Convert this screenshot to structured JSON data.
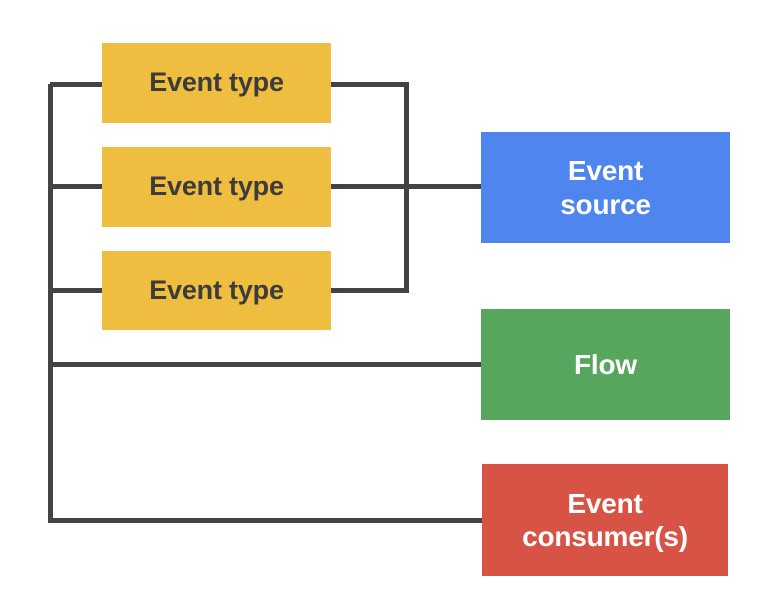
{
  "diagram": {
    "title": "Event type / Event source / Flow / Event consumer(s) relationship diagram",
    "background": "#ffffff",
    "connector_color": "#434343",
    "connector_width": 5,
    "event_types": [
      {
        "label": "Event type",
        "color": "#efbd40",
        "text_color": "#3c3c3c"
      },
      {
        "label": "Event type",
        "color": "#efbd40",
        "text_color": "#3c3c3c"
      },
      {
        "label": "Event type",
        "color": "#efbd40",
        "text_color": "#3c3c3c"
      }
    ],
    "stages": [
      {
        "label": "Event\nsource",
        "color": "#4e85ee",
        "text_color": "#ffffff"
      },
      {
        "label": "Flow",
        "color": "#56a65e",
        "text_color": "#ffffff"
      },
      {
        "label": "Event\nconsumer(s)",
        "color": "#d65345",
        "text_color": "#ffffff"
      }
    ]
  }
}
